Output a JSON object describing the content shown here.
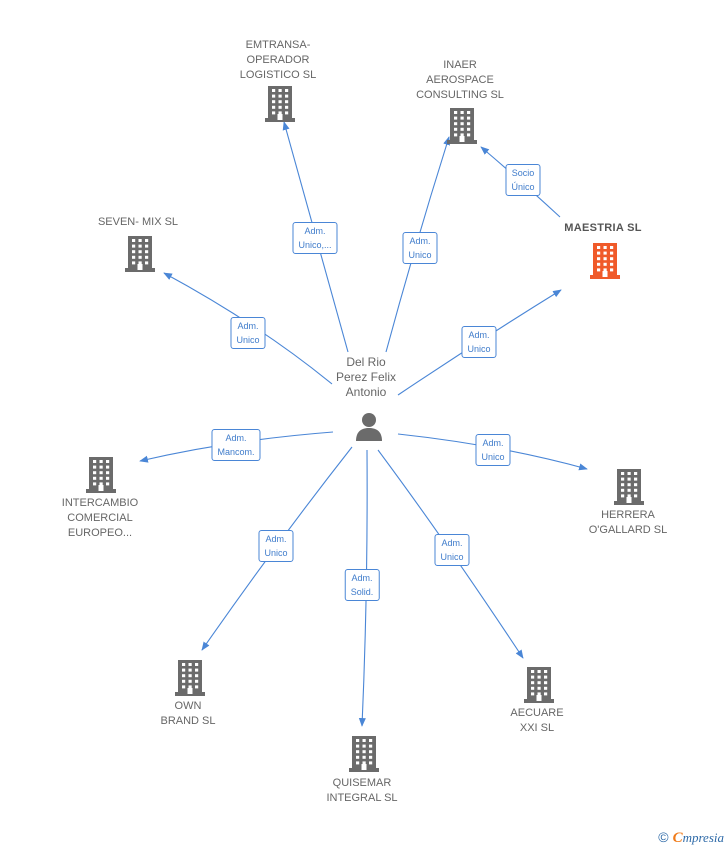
{
  "center": {
    "label": "Del Rio\nPerez Felix\nAntonio"
  },
  "nodes": [
    {
      "id": "emtransa",
      "label": "EMTRANSA-\nOPERADOR\nLOGISTICO SL",
      "highlight": false
    },
    {
      "id": "inaer",
      "label": "INAER\nAEROSPACE\nCONSULTING SL",
      "highlight": false
    },
    {
      "id": "maestria",
      "label": "MAESTRIA SL",
      "highlight": true
    },
    {
      "id": "seven",
      "label": "SEVEN- MIX SL",
      "highlight": false
    },
    {
      "id": "intercambio",
      "label": "INTERCAMBIO\nCOMERCIAL\nEUROPEO...",
      "highlight": false
    },
    {
      "id": "herrera",
      "label": "HERRERA\nO'GALLARD SL",
      "highlight": false
    },
    {
      "id": "own",
      "label": "OWN\nBRAND SL",
      "highlight": false
    },
    {
      "id": "quisemar",
      "label": "QUISEMAR\nINTEGRAL SL",
      "highlight": false
    },
    {
      "id": "aecuare",
      "label": "AECUARE\nXXI SL",
      "highlight": false
    }
  ],
  "edges": [
    {
      "label": "Adm.\nUnico,..."
    },
    {
      "label": "Adm.\nUnico"
    },
    {
      "label": "Adm.\nUnico"
    },
    {
      "label": "Adm.\nUnico"
    },
    {
      "label": "Adm.\nMancom."
    },
    {
      "label": "Adm.\nUnico"
    },
    {
      "label": "Adm.\nUnico"
    },
    {
      "label": "Adm.\nSolid."
    },
    {
      "label": "Adm.\nUnico"
    },
    {
      "label": "Socio\nÚnico"
    }
  ],
  "colors": {
    "building": "#6b6b6b",
    "highlight": "#f05a2a",
    "edge": "#4a86d6",
    "label_text": "#3f7ccb"
  },
  "icons": {
    "company": "building-icon",
    "person": "person-icon"
  },
  "footer": {
    "copyright_symbol": "©",
    "brand_first": "C",
    "brand_rest": "mpresia"
  }
}
